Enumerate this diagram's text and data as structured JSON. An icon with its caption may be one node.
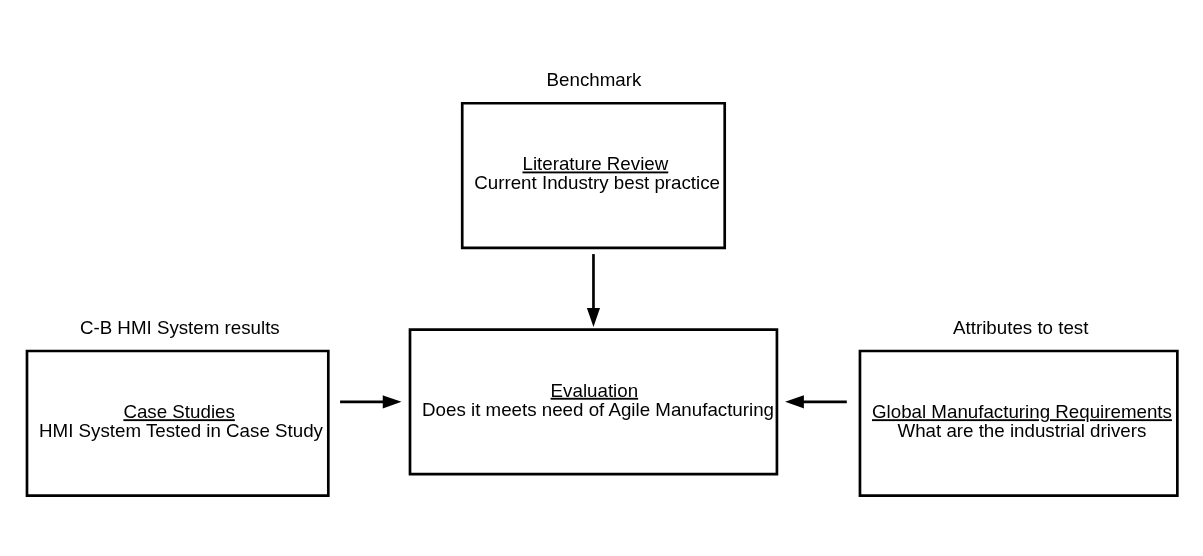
{
  "diagram": {
    "nodes": [
      {
        "text": [
          "Literature Review",
          "Current Industry best practice"
        ],
        "beside": [
          "Benchmark"
        ]
      },
      {
        "text": [
          "Case Studies",
          "HMI System Tested in Case Study"
        ],
        "beside": [
          "C-B HMI System results"
        ]
      },
      {
        "text": [
          "Evaluation",
          "Does it meets need of Agile Manufacturing"
        ]
      },
      {
        "text": [
          "Global Manufacturing Requirements",
          "What are the industrial drivers"
        ],
        "beside": [
          "Attributes to test"
        ]
      }
    ],
    "edges": [
      {
        "from": 0,
        "to": 2,
        "arrow": "to"
      },
      {
        "from": 1,
        "to": 2,
        "arrow": "to"
      },
      {
        "from": 3,
        "to": 2,
        "arrow": "to"
      }
    ]
  }
}
